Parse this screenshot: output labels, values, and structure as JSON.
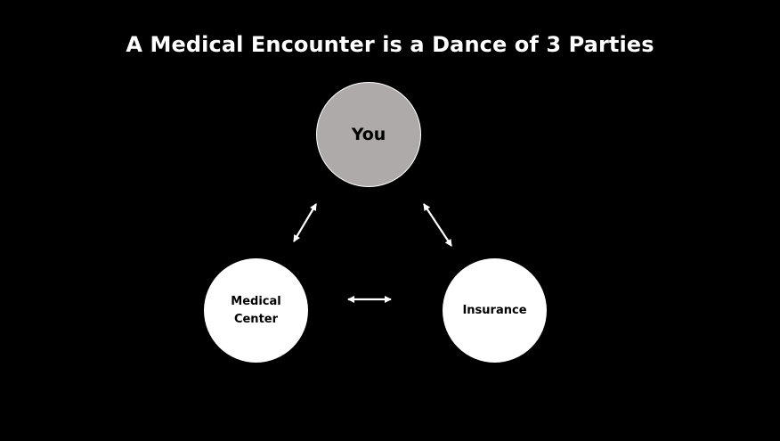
{
  "title": "A Medical Encounter is a Dance of 3 Parties",
  "nodes": {
    "you": {
      "label": "You",
      "fill": "#aeaaaa"
    },
    "medical_center": {
      "label": "Medical\nCenter",
      "fill": "#ffffff"
    },
    "insurance": {
      "label": "Insurance",
      "fill": "#ffffff"
    }
  },
  "connections": [
    {
      "from": "you",
      "to": "medical_center",
      "type": "double-arrow"
    },
    {
      "from": "you",
      "to": "insurance",
      "type": "double-arrow"
    },
    {
      "from": "medical_center",
      "to": "insurance",
      "type": "double-arrow"
    }
  ],
  "colors": {
    "background": "#000000",
    "title_text": "#ffffff",
    "arrow": "#ffffff"
  }
}
